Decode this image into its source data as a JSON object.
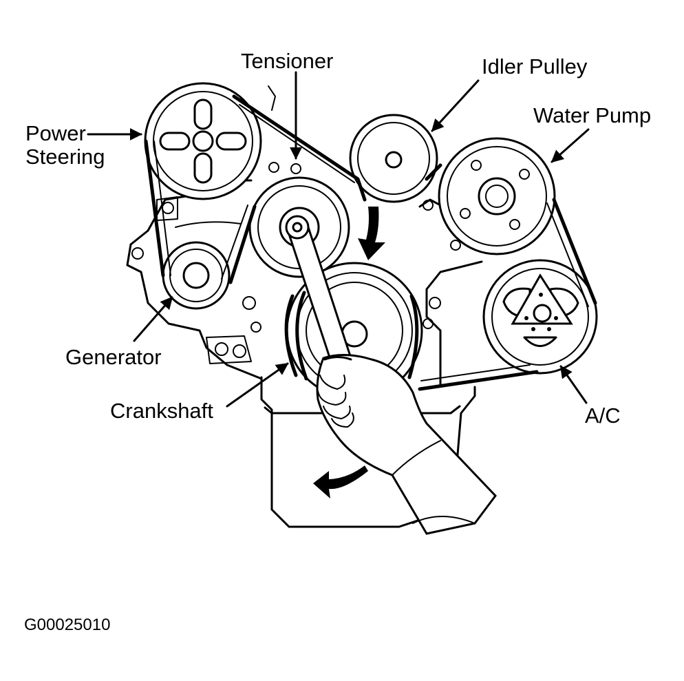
{
  "labels": {
    "tensioner": "Tensioner",
    "idler_pulley": "Idler Pulley",
    "water_pump": "Water Pump",
    "power_steering_line1": "Power",
    "power_steering_line2": "Steering",
    "generator": "Generator",
    "crankshaft": "Crankshaft",
    "ac": "A/C"
  },
  "figure_code": "G00025010"
}
